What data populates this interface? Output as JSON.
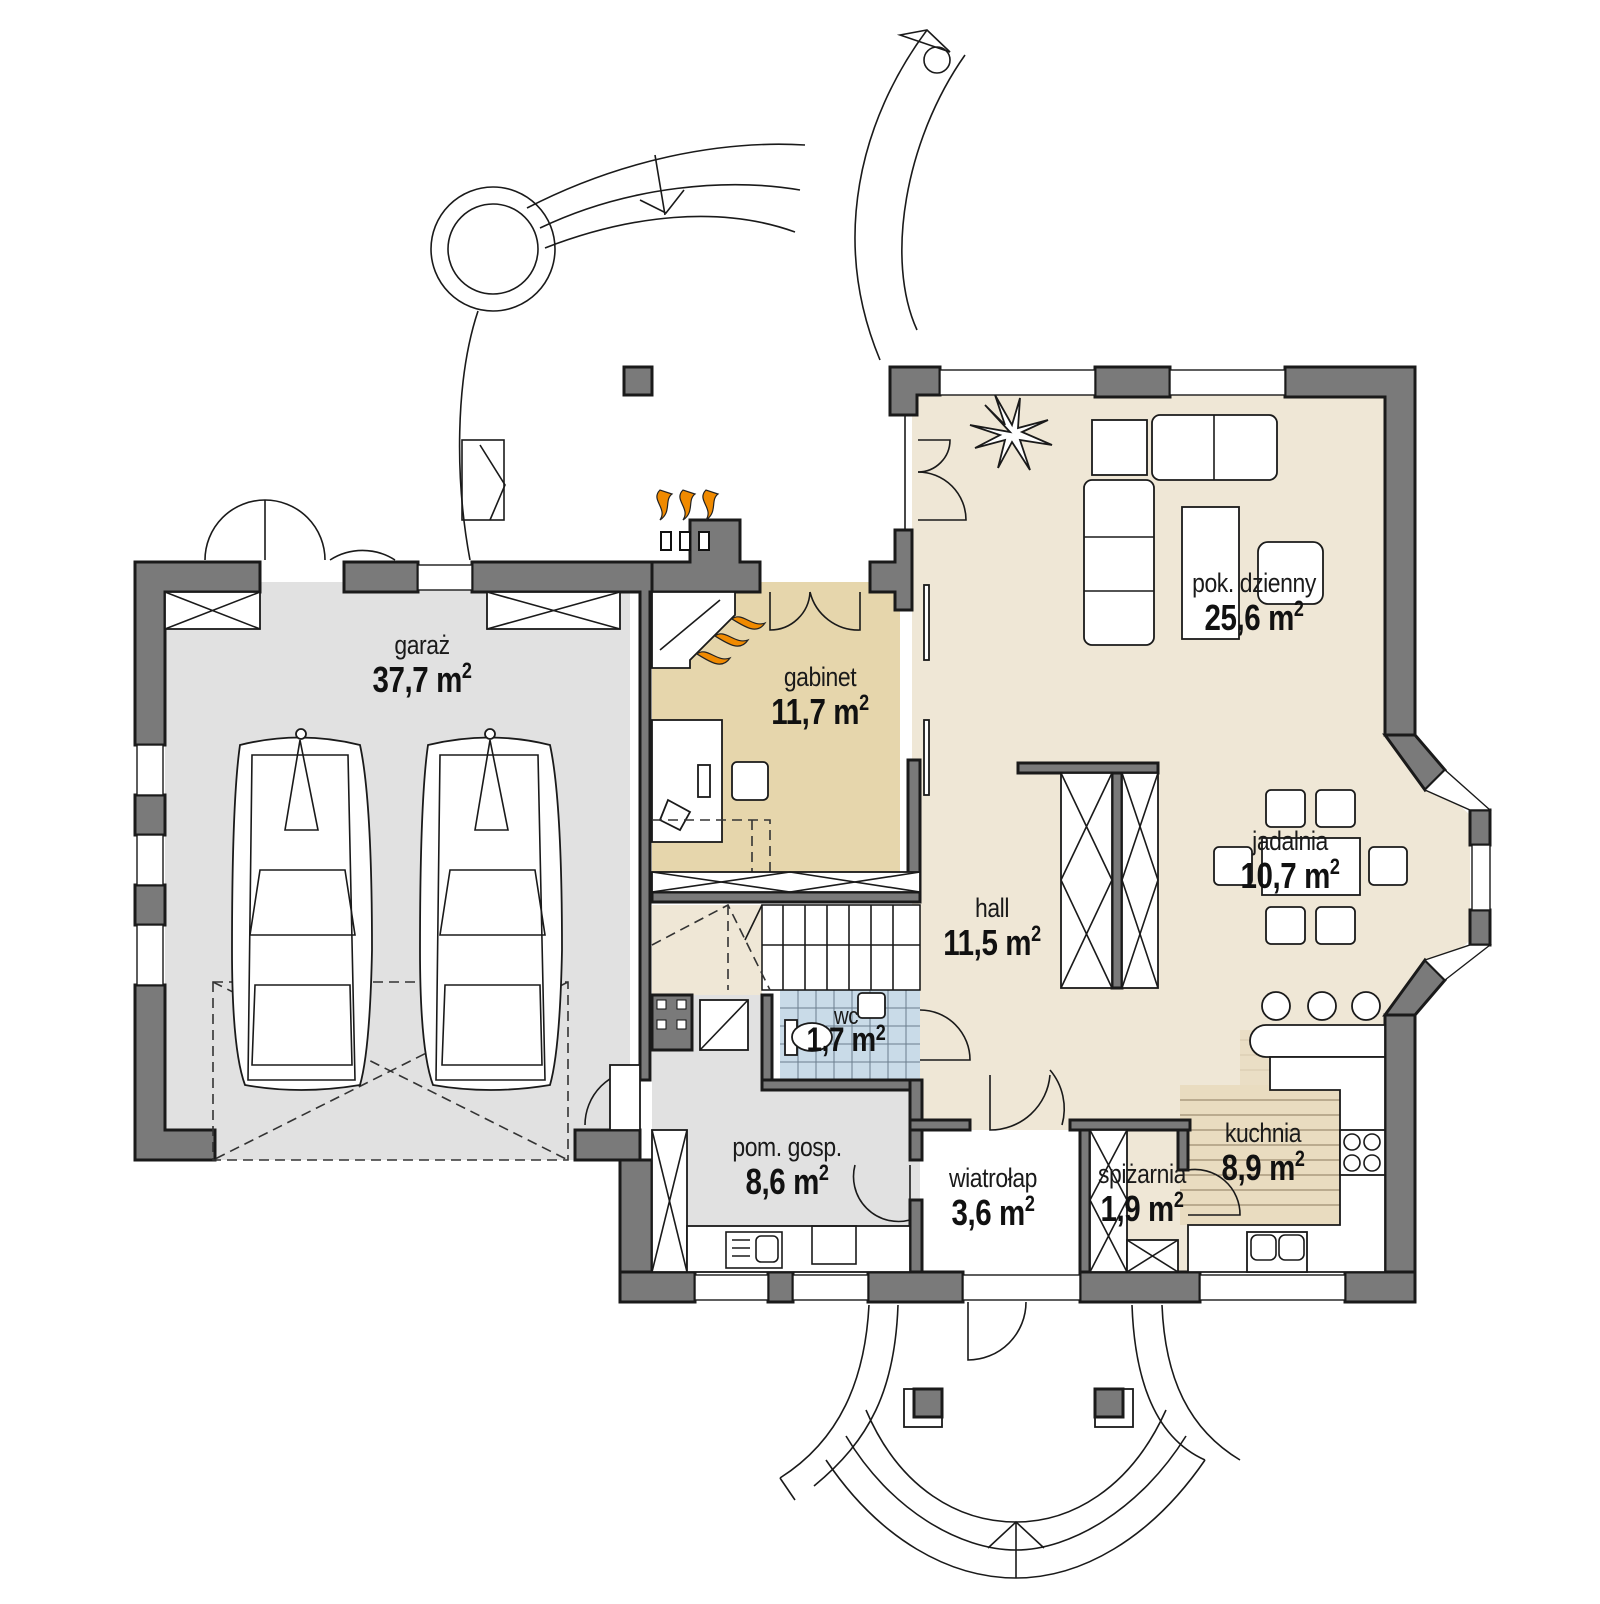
{
  "plan": {
    "title": "Ground floor plan",
    "colors": {
      "wall": "#7a7a7a",
      "garage_floor": "#e1e1e1",
      "utility_floor": "#e1e1e1",
      "study_floor": "#e6d6ac",
      "living_floor": "#efe7d6",
      "wc_tiles": "#c9dbe8",
      "kitchen_floor": "#e9dcc0",
      "flame": "#f08a00"
    },
    "unit": "m",
    "rooms": [
      {
        "id": "garaz",
        "name": "garaż",
        "area_value": "37,7",
        "area_unit": "m",
        "area_exp": "2"
      },
      {
        "id": "gabinet",
        "name": "gabinet",
        "area_value": "11,7",
        "area_unit": "m",
        "area_exp": "2"
      },
      {
        "id": "pok_dzienny",
        "name": "pok. dzienny",
        "area_value": "25,6",
        "area_unit": "m",
        "area_exp": "2"
      },
      {
        "id": "jadalnia",
        "name": "jadalnia",
        "area_value": "10,7",
        "area_unit": "m",
        "area_exp": "2"
      },
      {
        "id": "hall",
        "name": "hall",
        "area_value": "11,5",
        "area_unit": "m",
        "area_exp": "2"
      },
      {
        "id": "wc",
        "name": "wc",
        "area_value": "1,7",
        "area_unit": "m",
        "area_exp": "2"
      },
      {
        "id": "pom_gosp",
        "name": "pom. gosp.",
        "area_value": "8,6",
        "area_unit": "m",
        "area_exp": "2"
      },
      {
        "id": "wiatrolap",
        "name": "wiatrołap",
        "area_value": "3,6",
        "area_unit": "m",
        "area_exp": "2"
      },
      {
        "id": "spizarnia",
        "name": "spiżarnia",
        "area_value": "1,9",
        "area_unit": "m",
        "area_exp": "2"
      },
      {
        "id": "kuchnia",
        "name": "kuchnia",
        "area_value": "8,9",
        "area_unit": "m",
        "area_exp": "2"
      }
    ],
    "icons": [
      "car-icon",
      "car-icon",
      "sofa-icon",
      "armchair-icon",
      "plant-icon",
      "dining-table-icon",
      "fireplace-flame-icon",
      "chimney-icon",
      "stairs-icon",
      "toilet-icon",
      "sink-icon",
      "stove-icon",
      "bar-stool-icon",
      "door-swing-icon",
      "window-icon",
      "terrace-path-icon"
    ]
  }
}
